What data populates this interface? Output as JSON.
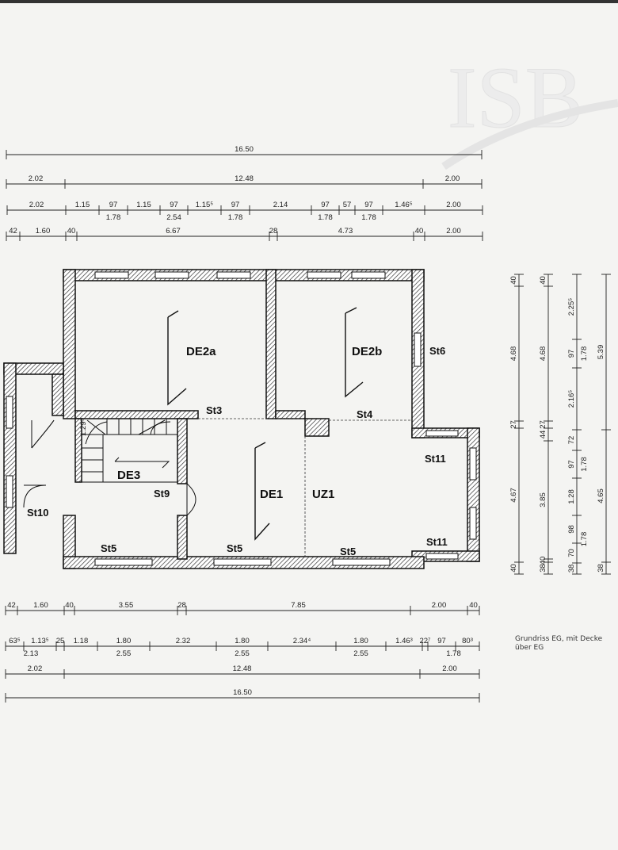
{
  "logo": "ISB",
  "caption": {
    "line1": "Grundriss EG, mit Decke",
    "line2": "über EG"
  },
  "rooms": {
    "de2a": "DE2a",
    "de2b": "DE2b",
    "de1": "DE1",
    "uz1": "UZ1",
    "de3": "DE3"
  },
  "stamps": {
    "st3": "St3",
    "st4": "St4",
    "st6": "St6",
    "st9": "St9",
    "st10": "St10",
    "st11a": "St11",
    "st11b": "St11",
    "st5a": "St5",
    "st5b": "St5",
    "st5c": "St5"
  },
  "stair_dim": "1.29⁵",
  "dimensions": {
    "top": [
      {
        "upper": [
          "16.50"
        ],
        "lower": []
      },
      {
        "upper": [
          "2.02",
          "12.48",
          "2.00"
        ],
        "lower": []
      },
      {
        "upper": [
          "2.02",
          "1.15",
          "97",
          "1.15",
          "97",
          "1.15⁵",
          "97",
          "2.14",
          "97",
          "57",
          "97",
          "1.46⁵",
          "2.00"
        ],
        "lower": [
          "1.78",
          "2.54",
          "1.78",
          "1.78",
          "1.78"
        ]
      },
      {
        "upper": [
          "42",
          "1.60",
          "40",
          "6.67",
          "28",
          "4.73",
          "40",
          "2.00"
        ],
        "lower": []
      }
    ],
    "bottom": [
      {
        "upper": [
          "42",
          "1.60",
          "40",
          "3.55",
          "28",
          "7.85",
          "2.00",
          "40"
        ],
        "lower": []
      },
      {
        "upper": [
          "63⁵",
          "1.13⁵",
          "25",
          "1.18",
          "1.80",
          "2.32",
          "1.80",
          "2.34⁴",
          "1.80",
          "1.46³",
          "22⁷",
          "97",
          "80³"
        ],
        "lower": [
          "2.13",
          "2.55",
          "2.55",
          "2.55",
          "1.78"
        ]
      },
      {
        "upper": [
          "2.02",
          "12.48",
          "2.00"
        ],
        "lower": []
      },
      {
        "upper": [
          "16.50"
        ],
        "lower": []
      }
    ],
    "right": [
      {
        "upper": [
          "40",
          "4.68",
          "27",
          "4.67",
          "40"
        ],
        "lower": []
      },
      {
        "upper": [
          "40",
          "4.68",
          "27",
          "44",
          "3.85",
          "40",
          "38"
        ],
        "lower": []
      },
      {
        "upper": [
          "2.25⁵",
          "97",
          "2.16⁵",
          "72",
          "97",
          "1.28",
          "98",
          "70",
          "38"
        ],
        "lower": [
          "1.78",
          "1.78",
          "1.78"
        ]
      },
      {
        "upper": [
          "5.39",
          "4.65",
          "38"
        ],
        "lower": []
      }
    ]
  }
}
